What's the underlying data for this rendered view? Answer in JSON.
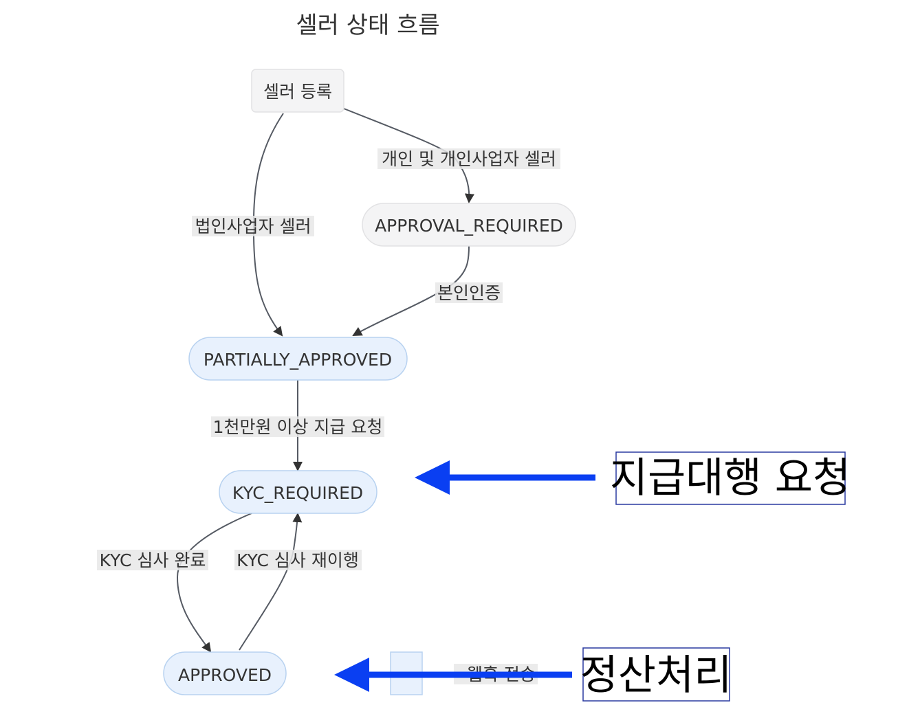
{
  "title": "셀러 상태 흐름",
  "nodes": {
    "register": "셀러 등록",
    "approval_required": "APPROVAL_REQUIRED",
    "partially_approved": "PARTIALLY_APPROVED",
    "kyc_required": "KYC_REQUIRED",
    "approved": "APPROVED"
  },
  "edges": {
    "individual": "개인 및 개인사업자 셀러",
    "corporate": "법인사업자 셀러",
    "identity": "본인인증",
    "over_10m": "1천만원 이상 지급 요청",
    "kyc_done": "KYC 심사 완료",
    "kyc_redo": "KYC 심사 재이행",
    "webhook": "· 웹훅 전송"
  },
  "callouts": {
    "payout_agency": "지급대행 요청",
    "settlement": "정산처리"
  },
  "colors": {
    "gray_node_fill": "#f4f4f5",
    "gray_node_stroke": "#e2e2e4",
    "blue_node_fill": "#e8f1fd",
    "blue_node_stroke": "#b8d2f0",
    "edge": "#555a63",
    "arrowhead": "#333333",
    "callout_arrow": "#0a3ff2",
    "callout_border": "#2a3aa0"
  }
}
